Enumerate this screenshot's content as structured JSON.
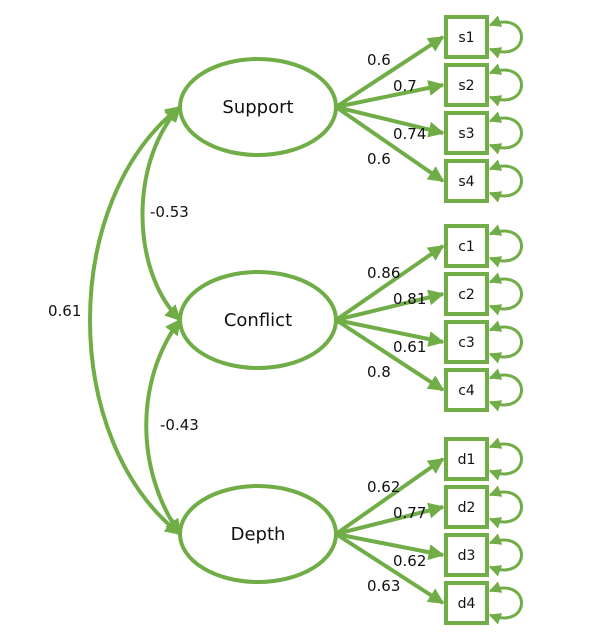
{
  "diagram": {
    "type": "structural-equation-model",
    "stroke_color": "#70AD47",
    "text_color": "#111111",
    "latents": [
      {
        "id": "support",
        "label": "Support"
      },
      {
        "id": "conflict",
        "label": "Conflict"
      },
      {
        "id": "depth",
        "label": "Depth"
      }
    ],
    "indicators": [
      {
        "id": "s1",
        "label": "s1",
        "latent": "support",
        "loading": "0.6"
      },
      {
        "id": "s2",
        "label": "s2",
        "latent": "support",
        "loading": "0.7"
      },
      {
        "id": "s3",
        "label": "s3",
        "latent": "support",
        "loading": "0.74"
      },
      {
        "id": "s4",
        "label": "s4",
        "latent": "support",
        "loading": "0.6"
      },
      {
        "id": "c1",
        "label": "c1",
        "latent": "conflict",
        "loading": "0.86"
      },
      {
        "id": "c2",
        "label": "c2",
        "latent": "conflict",
        "loading": "0.81"
      },
      {
        "id": "c3",
        "label": "c3",
        "latent": "conflict",
        "loading": "0.61"
      },
      {
        "id": "c4",
        "label": "c4",
        "latent": "conflict",
        "loading": "0.8"
      },
      {
        "id": "d1",
        "label": "d1",
        "latent": "depth",
        "loading": "0.62"
      },
      {
        "id": "d2",
        "label": "d2",
        "latent": "depth",
        "loading": "0.77"
      },
      {
        "id": "d3",
        "label": "d3",
        "latent": "depth",
        "loading": "0.62"
      },
      {
        "id": "d4",
        "label": "d4",
        "latent": "depth",
        "loading": "0.63"
      }
    ],
    "correlations": [
      {
        "from": "support",
        "to": "conflict",
        "value": "-0.53"
      },
      {
        "from": "conflict",
        "to": "depth",
        "value": "-0.43"
      },
      {
        "from": "support",
        "to": "depth",
        "value": "0.61"
      }
    ]
  }
}
